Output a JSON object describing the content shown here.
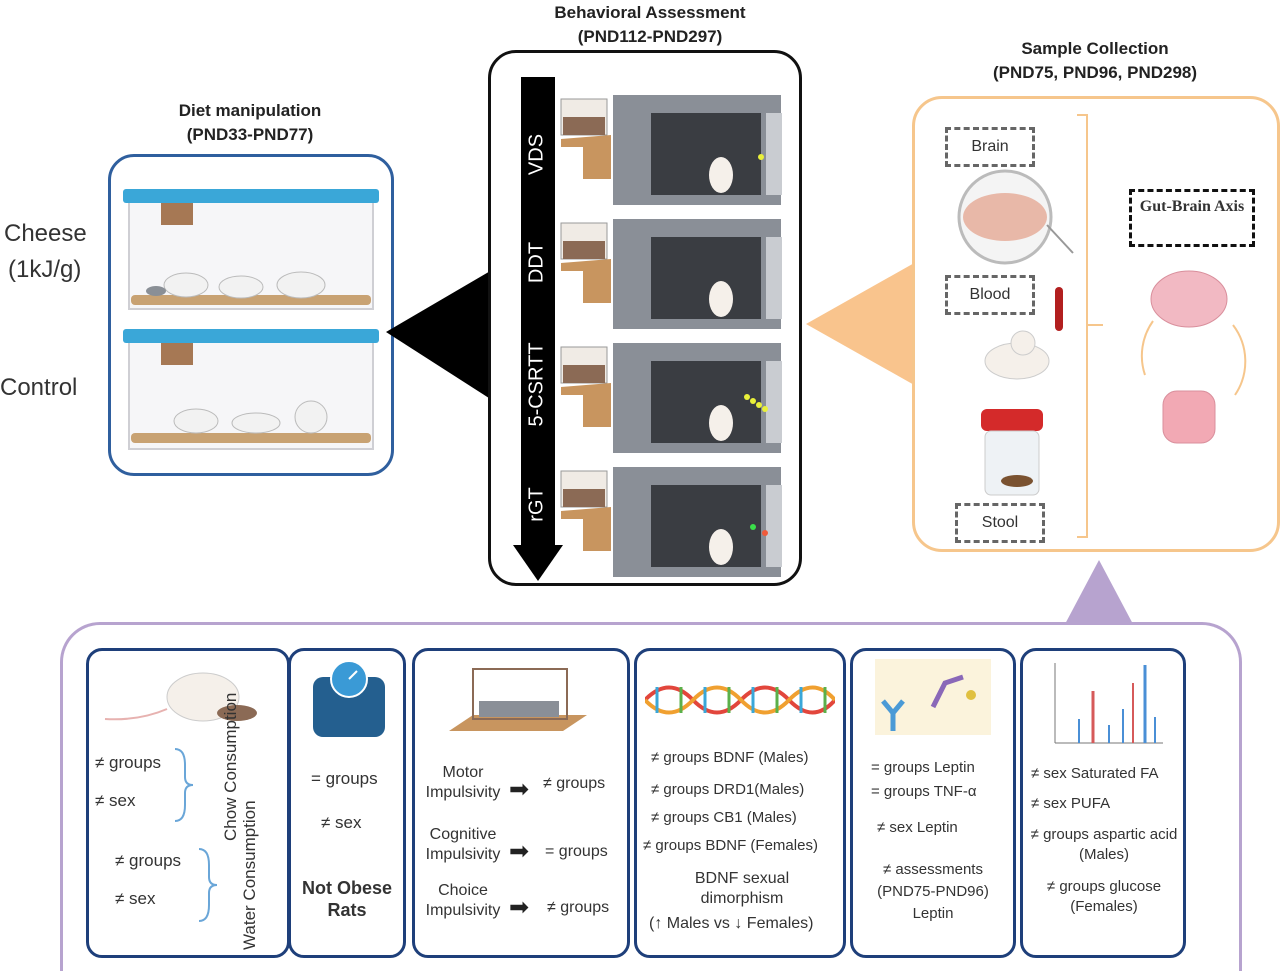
{
  "diet": {
    "title": "Diet manipulation",
    "range": "(PND33-PND77)",
    "groups": [
      "Cheese",
      "(1kJ/g)",
      "Control"
    ]
  },
  "behavior": {
    "title": "Behavioral Assessment",
    "range": "(PND112-PND297)",
    "tests": [
      "VDS",
      "DDT",
      "5-CSRTT",
      "rGT"
    ]
  },
  "samples": {
    "title": "Sample Collection",
    "range": "(PND75, PND96, PND298)",
    "items": [
      "Brain",
      "Blood",
      "Stool"
    ],
    "axis_label": "Gut-Brain Axis"
  },
  "results": {
    "consumption": {
      "chow_label": "Chow Consumption",
      "water_label": "Water Consumption",
      "chow": [
        "≠ groups",
        "≠ sex"
      ],
      "water": [
        "≠ groups",
        "≠ sex"
      ]
    },
    "weight": {
      "lines": [
        "= groups",
        "≠ sex"
      ],
      "conclusion": "Not Obese Rats"
    },
    "impulsivity": [
      {
        "label": "Motor Impulsivity",
        "result": "≠ groups"
      },
      {
        "label": "Cognitive Impulsivity",
        "result": "= groups"
      },
      {
        "label": "Choice Impulsivity",
        "result": "≠ groups"
      }
    ],
    "genes": {
      "lines": [
        "≠ groups BDNF (Males)",
        "≠ groups DRD1(Males)",
        "≠ groups CB1 (Males)",
        "≠ groups BDNF (Females)"
      ],
      "dimorphism": "BDNF sexual dimorphism",
      "dimorphism_detail": "(↑ Males vs ↓ Females)"
    },
    "immuno": {
      "lines": [
        "= groups Leptin",
        "= groups TNF-α",
        "≠ sex Leptin"
      ],
      "assessment": "≠ assessments",
      "assessment_range": "(PND75-PND96)",
      "assessment_target": "Leptin"
    },
    "metabolites": {
      "lines": [
        "≠ sex Saturated FA",
        "≠ sex PUFA",
        "≠ groups aspartic acid (Males)",
        "≠ groups glucose (Females)"
      ]
    }
  },
  "colors": {
    "blue_border": "#2f5f9e",
    "orange_border": "#f6c68c",
    "purple_border": "#b7a3cf",
    "panel_border": "#1e3f7a"
  }
}
